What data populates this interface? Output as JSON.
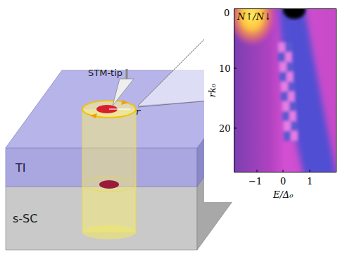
{
  "diagram": {
    "nodes": [
      {
        "text": [
          "TI"
        ]
      },
      {
        "text": [
          "s-SC"
        ]
      },
      {
        "text": [
          "N↑/N↓"
        ]
      }
    ],
    "labels": [
      "STM-tip",
      "r",
      "0",
      "10",
      "20",
      "rk₀",
      "−1",
      "0",
      "1",
      "E/Δ₀"
    ]
  }
}
